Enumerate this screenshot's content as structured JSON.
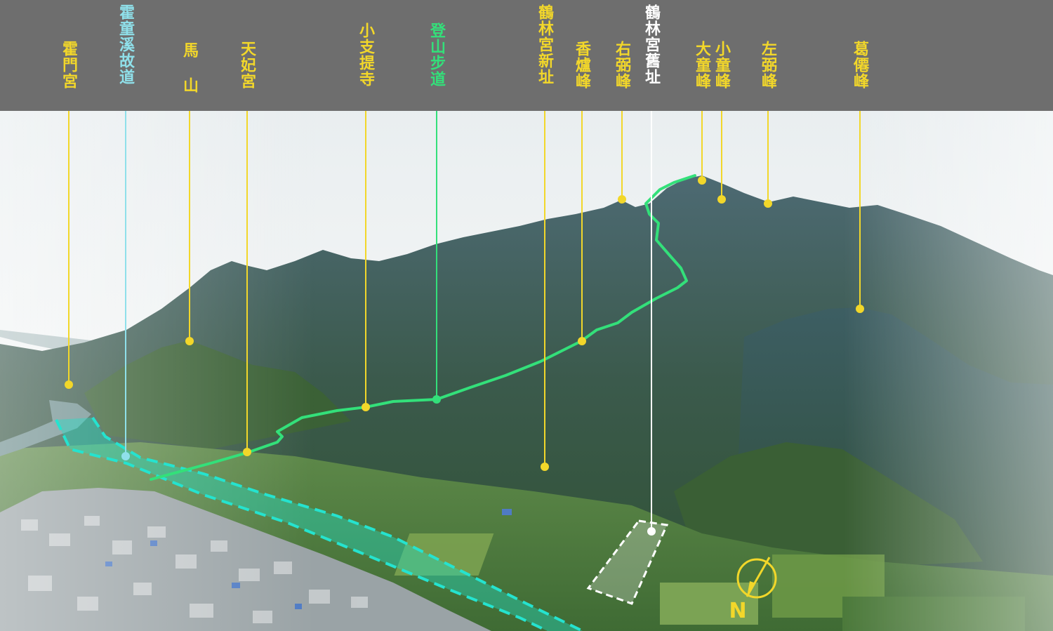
{
  "colors": {
    "label_yellow": "#f2d72a",
    "ancient_route_cyan": "#8fe0ea",
    "ancient_route_fill": "#1fe0c8",
    "trail_green": "#33e07a",
    "old_site_white": "#ffffff",
    "header_gray": "#6e6e6e"
  },
  "labels": [
    {
      "id": "huomen",
      "text": "霍門宮",
      "color": "yellow"
    },
    {
      "id": "huotong",
      "text": "霍童溪故道",
      "color": "cyan"
    },
    {
      "id": "mashan",
      "text": "馬 山",
      "color": "yellow"
    },
    {
      "id": "tianfei",
      "text": "天妃宮",
      "color": "yellow"
    },
    {
      "id": "xiaozhi",
      "text": "小支提寺",
      "color": "yellow"
    },
    {
      "id": "trail",
      "text": "登山步道",
      "color": "green"
    },
    {
      "id": "helin_new",
      "text": "鶴林宮新址",
      "color": "yellow"
    },
    {
      "id": "xianglu",
      "text": "香爐峰",
      "color": "yellow"
    },
    {
      "id": "youbi",
      "text": "右弼峰",
      "color": "yellow"
    },
    {
      "id": "helin_old",
      "text": "鶴林宮舊址",
      "color": "white"
    },
    {
      "id": "datong",
      "text": "大童峰",
      "color": "yellow"
    },
    {
      "id": "xiaotong",
      "text": "小童峰",
      "color": "yellow"
    },
    {
      "id": "zuobi",
      "text": "左弼峰",
      "color": "yellow"
    },
    {
      "id": "gezhuan",
      "text": "葛僊峰",
      "color": "yellow"
    }
  ],
  "compass": {
    "letter": "N",
    "icon": "north-arrow-icon"
  }
}
